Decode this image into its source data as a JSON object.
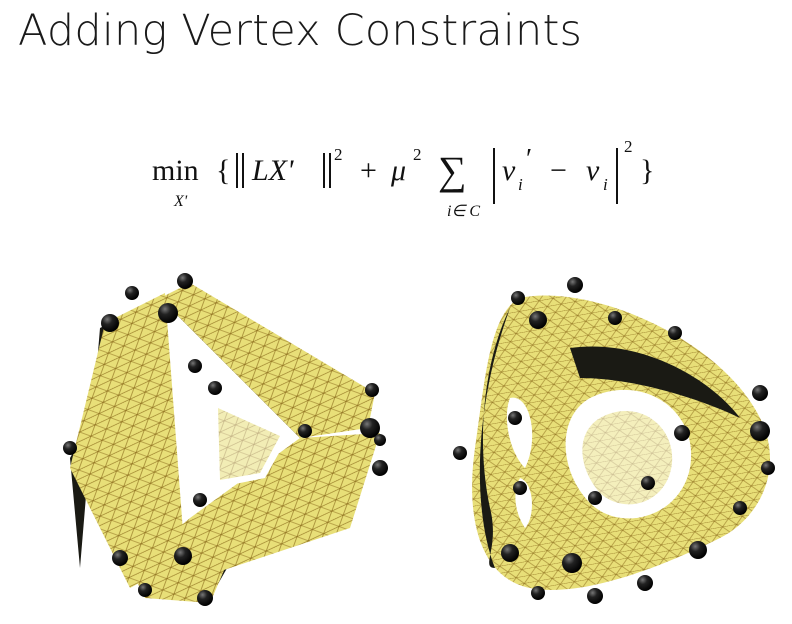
{
  "slide": {
    "title": "Adding Vertex Constraints"
  },
  "formula": {
    "min": "min",
    "min_subscript": "X'",
    "open_brace": "{",
    "close_brace": "}",
    "term_LX": "LX'",
    "exp_2": "2",
    "plus": "+",
    "mu": "μ",
    "sum": "∑",
    "sum_subscript": "i∈ C",
    "v": "v",
    "index_i": "i",
    "prime": "′",
    "minus": "−"
  },
  "colors": {
    "mesh_fill": "#e8df78",
    "mesh_shadow": "#1a1a14",
    "mesh_lines": "#8a6a1a",
    "constraint_sphere": "#111111"
  }
}
